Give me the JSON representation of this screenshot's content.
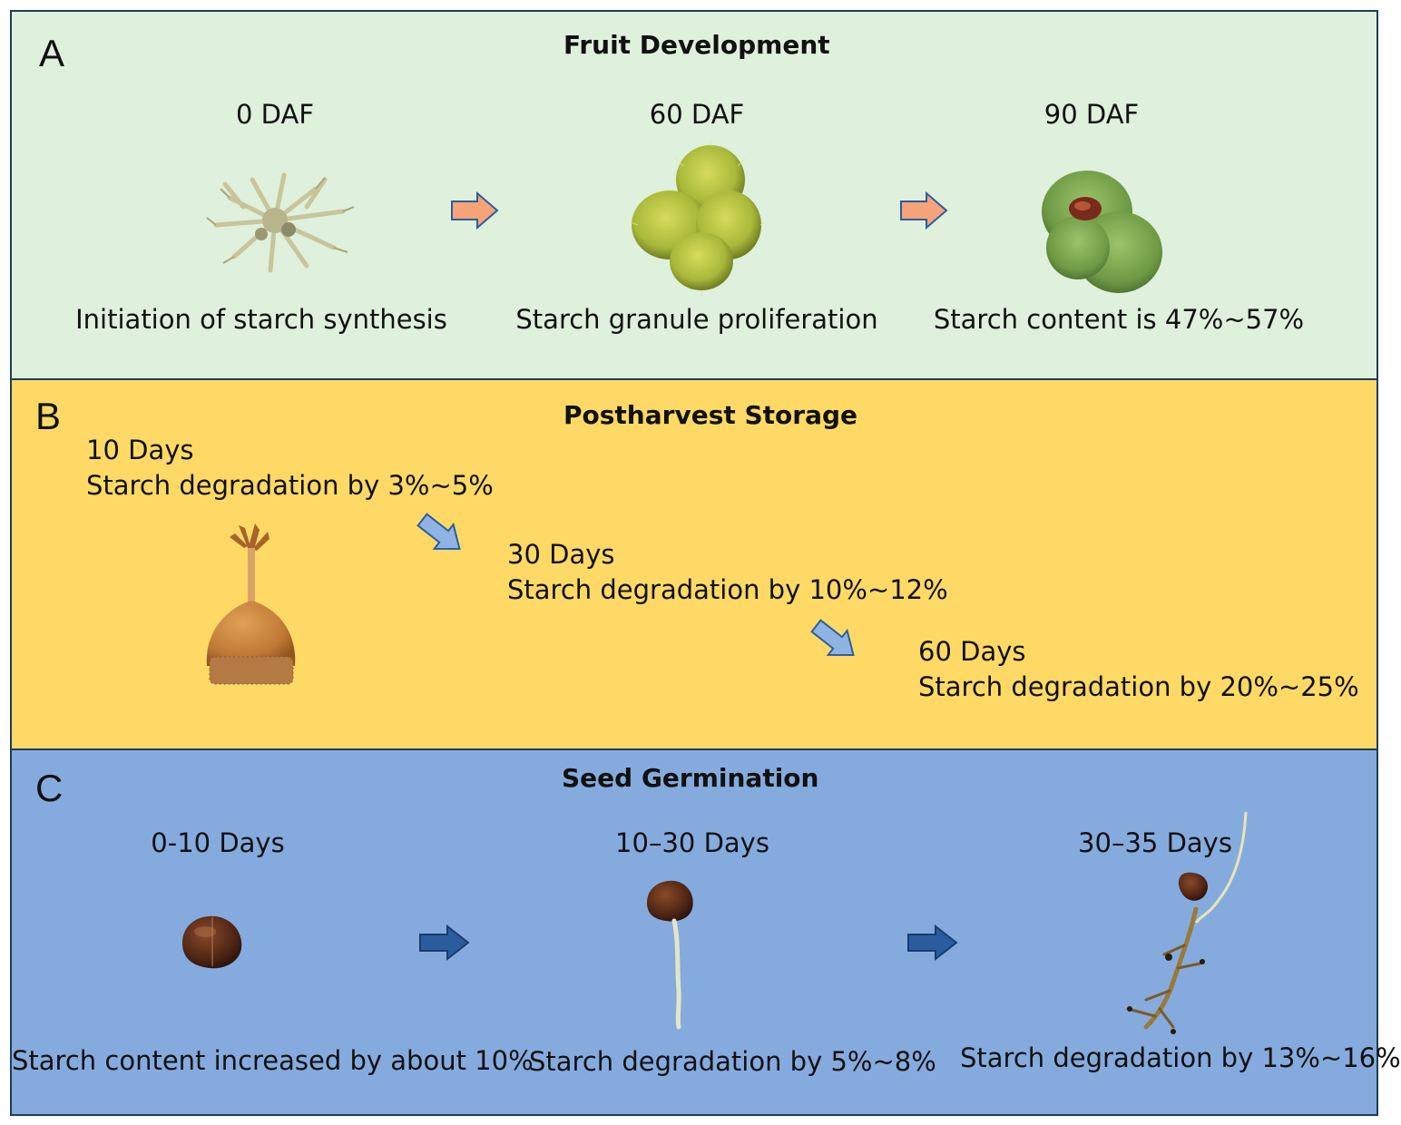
{
  "panelA": {
    "letter": "A",
    "title": "Fruit Development",
    "stages": [
      {
        "time": "0 DAF",
        "caption": "Initiation of starch synthesis"
      },
      {
        "time": "60 DAF",
        "caption": "Starch granule proliferation"
      },
      {
        "time": "90 DAF",
        "caption": "Starch content is 47%~57%"
      }
    ],
    "arrow_color": "#f7a37a",
    "bg_color": "#dff0dc"
  },
  "panelB": {
    "letter": "B",
    "title": "Postharvest Storage",
    "stages": [
      {
        "time": "10 Days",
        "caption": "Starch degradation by 3%~5%"
      },
      {
        "time": "30 Days",
        "caption": "Starch degradation by 10%~12%"
      },
      {
        "time": "60 Days",
        "caption": "Starch degradation by 20%~25%"
      }
    ],
    "arrow_color": "#8fb4e3",
    "bg_color": "#fed966"
  },
  "panelC": {
    "letter": "C",
    "title": "Seed Germination",
    "stages": [
      {
        "time": "0-10 Days",
        "caption": "Starch content increased by about 10%"
      },
      {
        "time": "10–30 Days",
        "caption": "Starch degradation by 5%~8%"
      },
      {
        "time": "30–35 Days",
        "caption": "Starch degradation by 13%~16%"
      }
    ],
    "arrow_color": "#2b5d9e",
    "bg_color": "#85abde"
  }
}
